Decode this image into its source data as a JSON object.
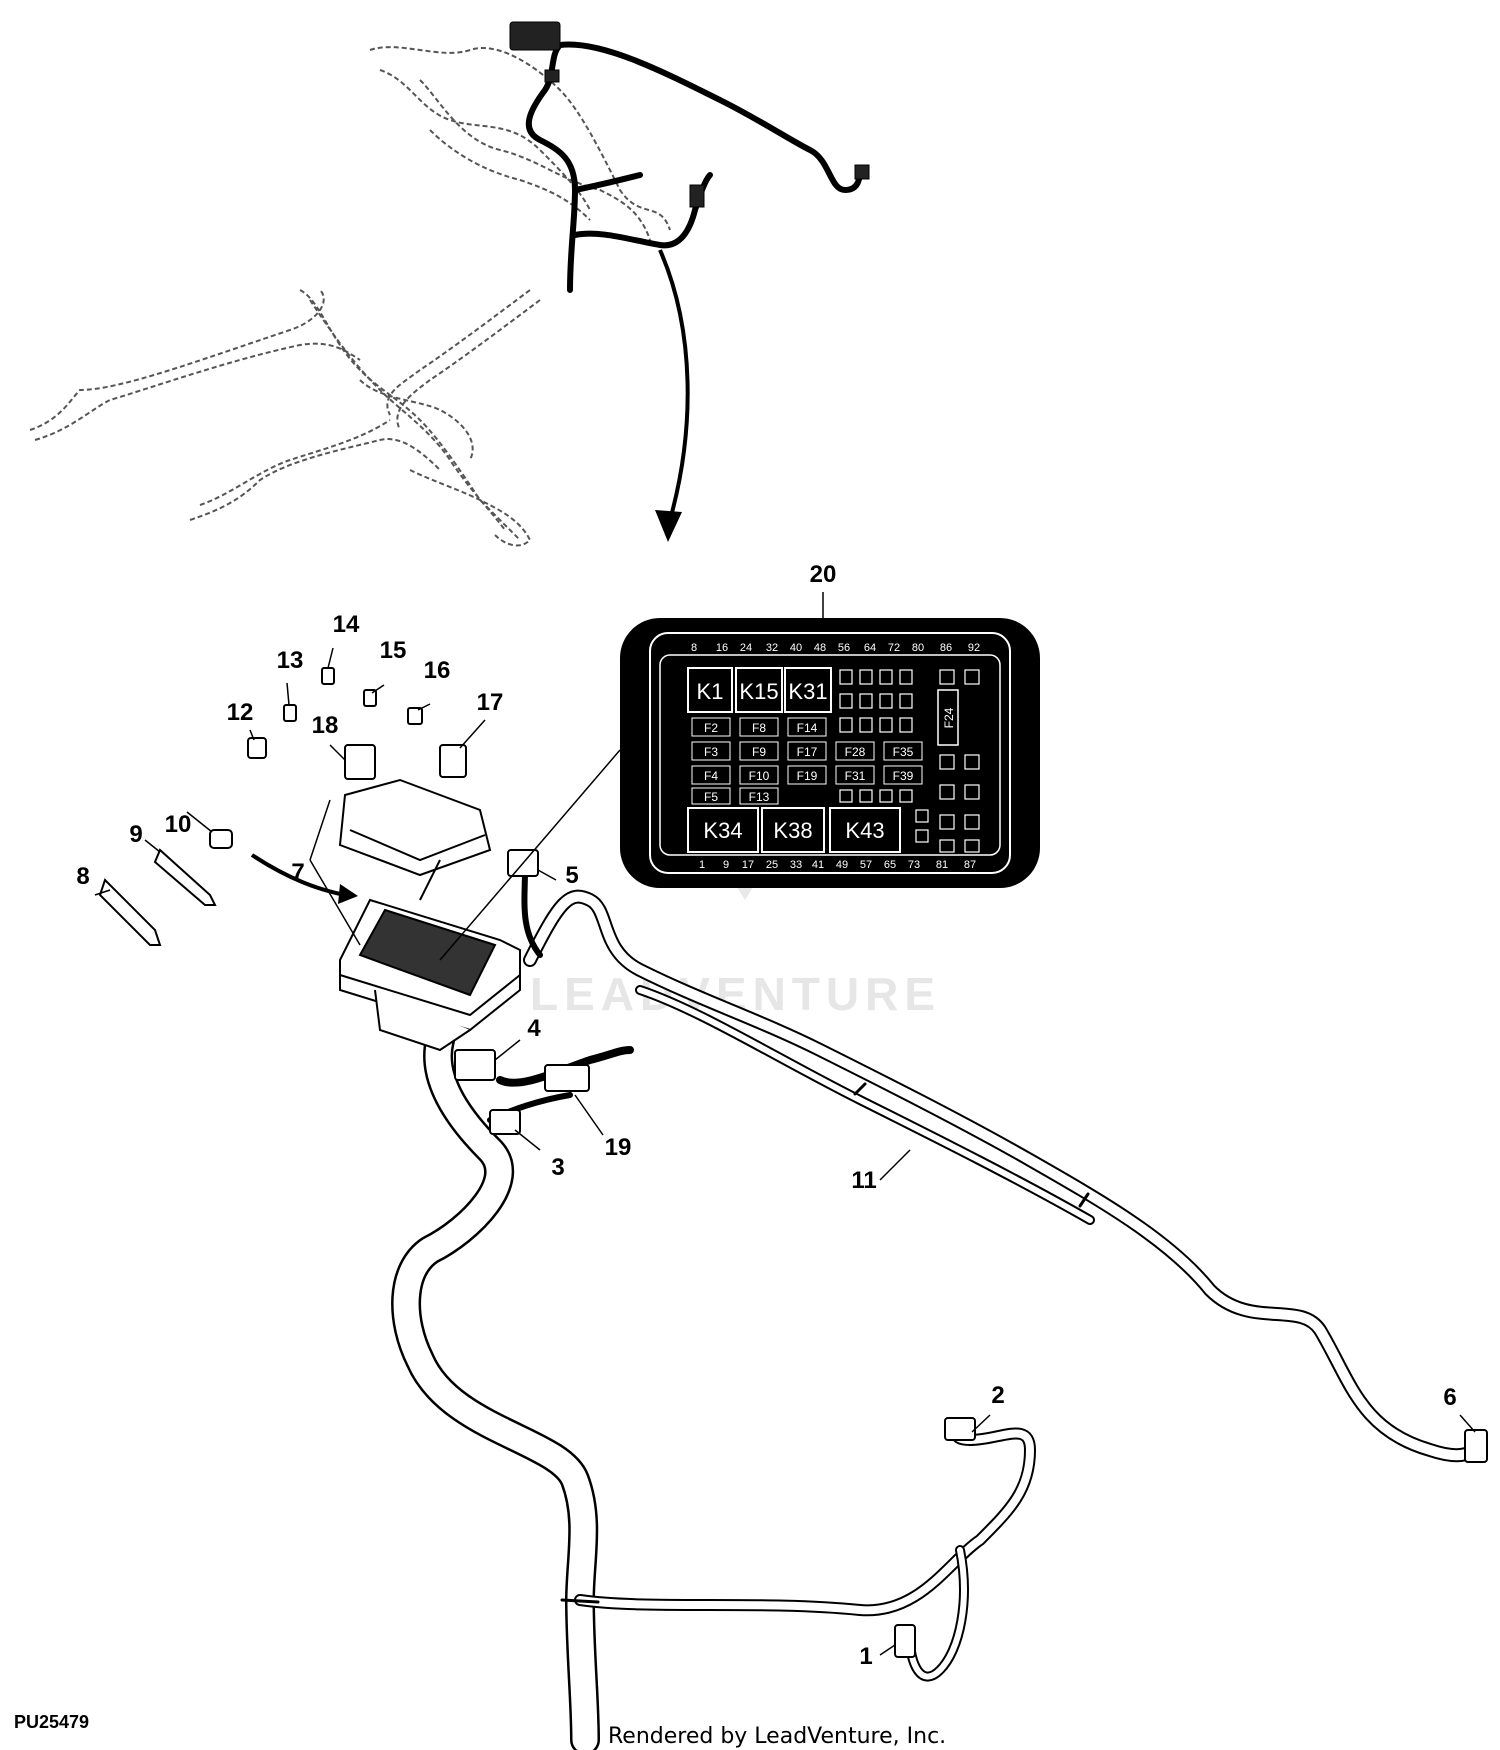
{
  "figure_id": "PU25479",
  "credit": "Rendered by LeadVenture, Inc.",
  "watermark": "LEADVENTURE",
  "callouts": [
    {
      "id": "1",
      "label": "1"
    },
    {
      "id": "2",
      "label": "2"
    },
    {
      "id": "3",
      "label": "3"
    },
    {
      "id": "4",
      "label": "4"
    },
    {
      "id": "5",
      "label": "5"
    },
    {
      "id": "6",
      "label": "6"
    },
    {
      "id": "7",
      "label": "7"
    },
    {
      "id": "8",
      "label": "8"
    },
    {
      "id": "9",
      "label": "9"
    },
    {
      "id": "10",
      "label": "10"
    },
    {
      "id": "11",
      "label": "11"
    },
    {
      "id": "12",
      "label": "12"
    },
    {
      "id": "13",
      "label": "13"
    },
    {
      "id": "14",
      "label": "14"
    },
    {
      "id": "15",
      "label": "15"
    },
    {
      "id": "16",
      "label": "16"
    },
    {
      "id": "17",
      "label": "17"
    },
    {
      "id": "18",
      "label": "18"
    },
    {
      "id": "19",
      "label": "19"
    },
    {
      "id": "20",
      "label": "20"
    }
  ],
  "fuse_box": {
    "relays": [
      "K1",
      "K15",
      "K31",
      "K34",
      "K38",
      "K43"
    ],
    "fuse_side": "F24",
    "fuses": [
      "F2",
      "F8",
      "F14",
      "F3",
      "F9",
      "F17",
      "F28",
      "F35",
      "F4",
      "F10",
      "F19",
      "F31",
      "F39",
      "F5",
      "F13"
    ],
    "top_pins": [
      "8",
      "16",
      "24",
      "32",
      "40",
      "48",
      "56",
      "64",
      "72",
      "80",
      "86",
      "92"
    ],
    "bottom_pins": [
      "1",
      "9",
      "17",
      "25",
      "33",
      "41",
      "49",
      "57",
      "65",
      "73",
      "81",
      "87"
    ]
  }
}
